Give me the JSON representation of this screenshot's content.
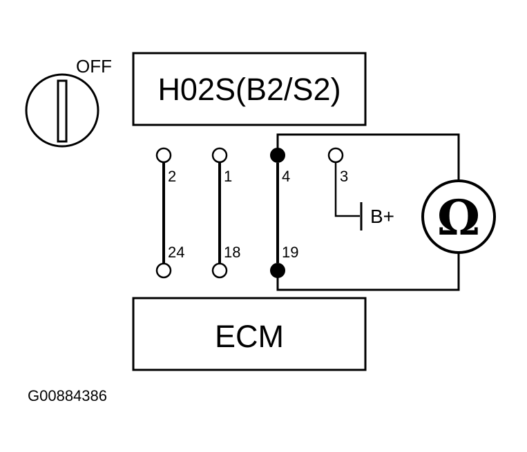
{
  "ignition_switch": {
    "position_label": "OFF"
  },
  "sensor_box": {
    "label": "H02S(B2/S2)"
  },
  "ecm_box": {
    "label": "ECM"
  },
  "pin_pairs": [
    {
      "top_pin": "2",
      "bottom_pin": "24",
      "probed": false
    },
    {
      "top_pin": "1",
      "bottom_pin": "18",
      "probed": false
    },
    {
      "top_pin": "4",
      "bottom_pin": "19",
      "probed": true
    }
  ],
  "heater_pin": {
    "pin": "3",
    "supply_label": "B+"
  },
  "meter": {
    "symbol": "Ω"
  },
  "figure_id": "G00884386",
  "colors": {
    "line": "#000000",
    "background": "#ffffff",
    "probed_terminal": "#000000"
  }
}
